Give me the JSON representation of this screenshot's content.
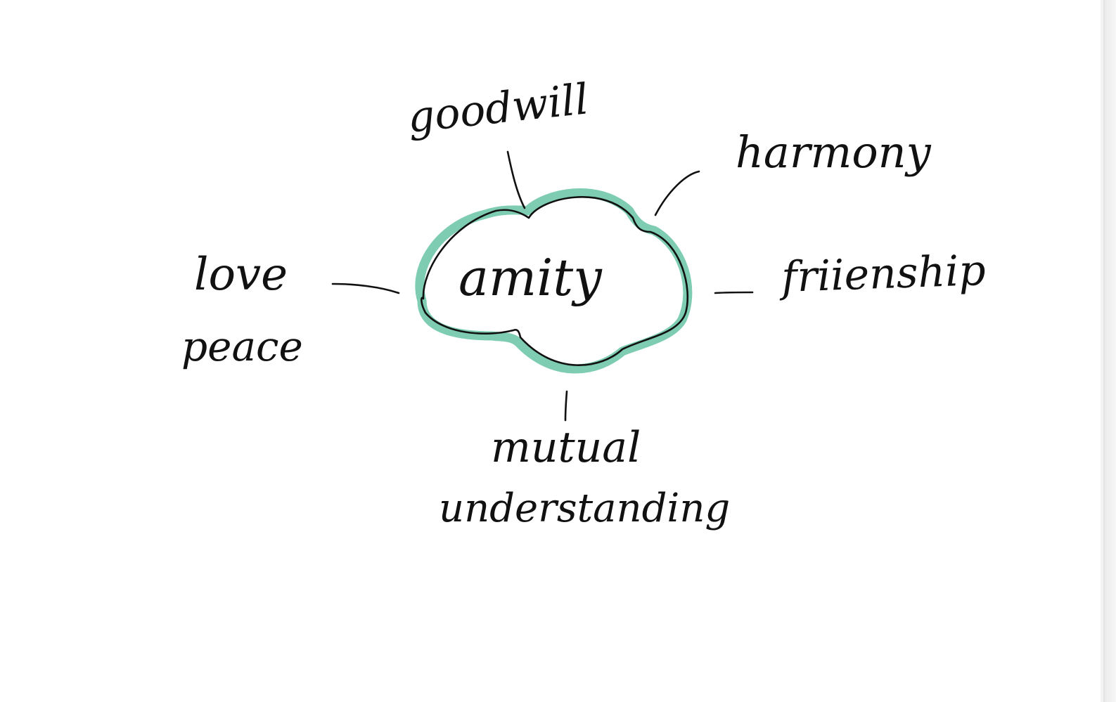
{
  "diagram": {
    "center": "amity",
    "branches": {
      "goodwill": "goodwill",
      "harmony": "harmony",
      "love": "love",
      "peace": "peace",
      "friendship": "friienship",
      "mutual": "mutual",
      "understanding": "understanding"
    }
  },
  "colors": {
    "cloud_highlight": "#7ecdb3",
    "ink": "#111111",
    "background": "#ffffff"
  }
}
